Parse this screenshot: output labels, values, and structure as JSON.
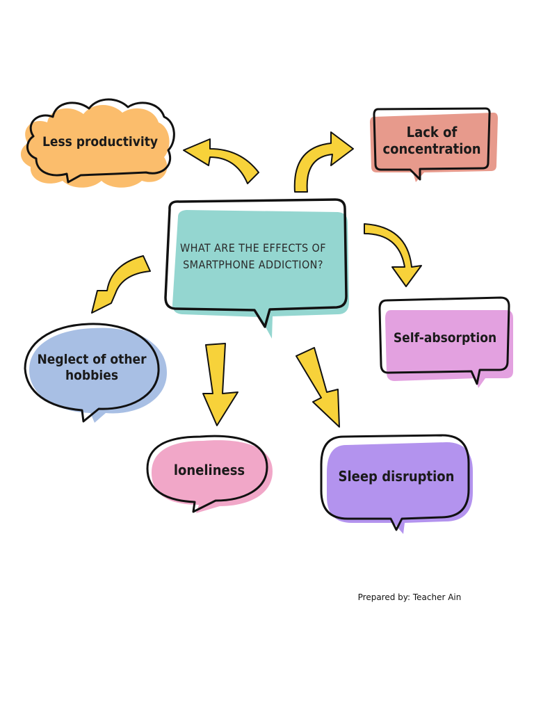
{
  "diagram": {
    "central_question": "What are the effects of smartphone addiction?",
    "effects": {
      "less_productivity": "Less productivity",
      "lack_of_concentration": "Lack of concentration",
      "self_absorption": "Self-absorption",
      "neglect_of_other_hobbies": "Neglect of other hobbies",
      "loneliness": "loneliness",
      "sleep_disruption": "Sleep disruption"
    }
  },
  "footer": {
    "credit": "Prepared by: Teacher Ain"
  },
  "colors": {
    "central_fill": "#94d6d0",
    "less_productivity_fill": "#fbbd6c",
    "lack_of_concentration_fill": "#e79a8c",
    "self_absorption_fill": "#e3a1e0",
    "neglect_fill": "#a8bfe4",
    "loneliness_fill": "#f1a7c8",
    "sleep_fill": "#b393ee",
    "arrow_fill": "#f7d23a",
    "outline": "#111111"
  }
}
